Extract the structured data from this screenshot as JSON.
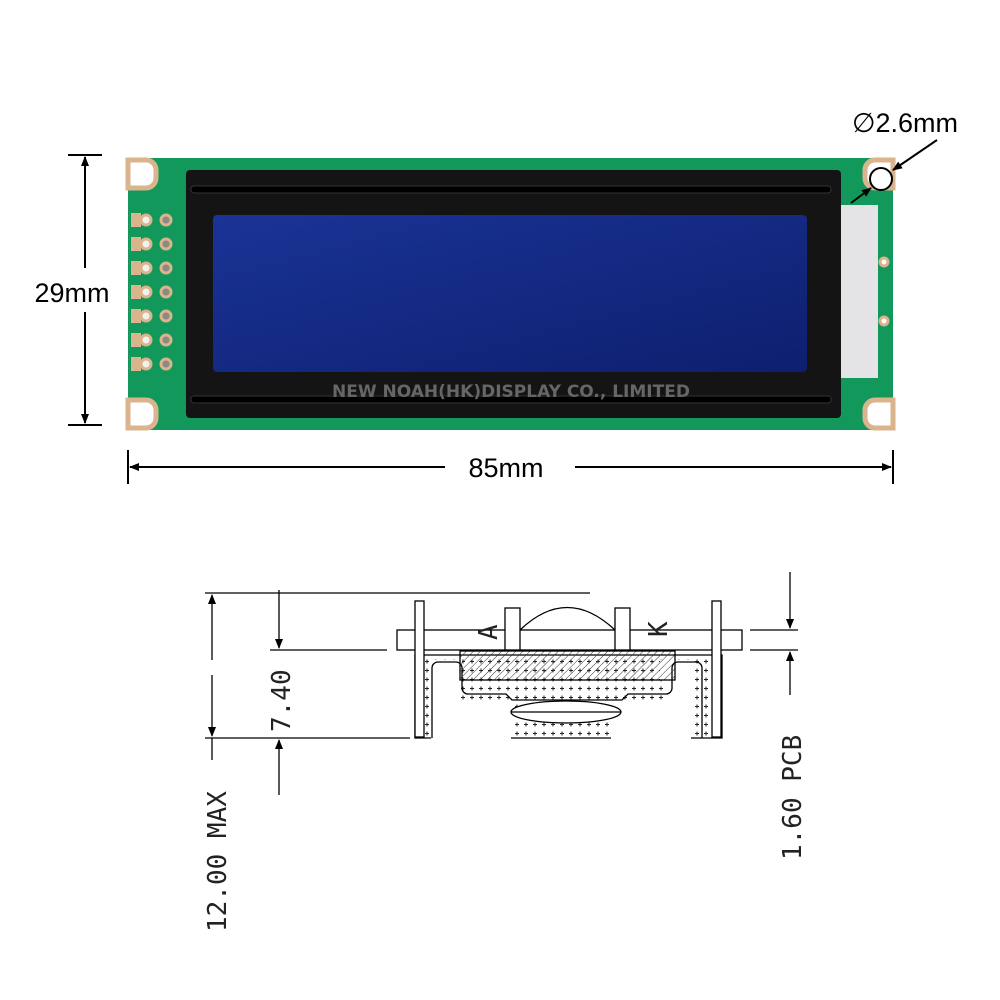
{
  "top_view": {
    "height_label": "29mm",
    "width_label": "85mm",
    "hole_label": "∅2.6mm",
    "watermark": "NEW NOAH(HK)DISPLAY CO., LIMITED",
    "colors": {
      "pcb": "#12985a",
      "frame": "#141414",
      "screen": "#142a86",
      "pad": "#d9b48c"
    }
  },
  "side_view": {
    "max_height_label": "12.00 MAX",
    "module_height_label": "7.40",
    "pcb_thickness_label": "1.60 PCB",
    "anode_label": "A",
    "cathode_label": "K"
  }
}
